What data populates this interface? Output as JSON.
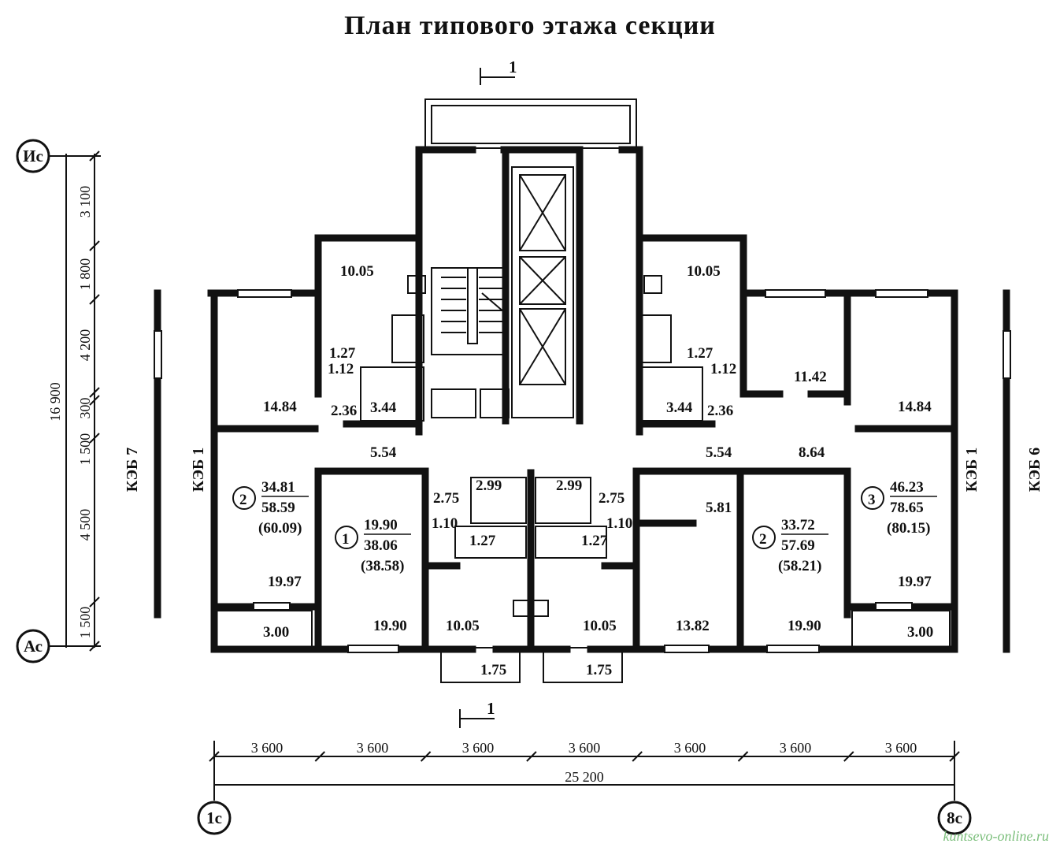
{
  "title": "План типового этажа секции",
  "watermark": "kuntsevo-online.ru",
  "section_cut": "1",
  "axes": {
    "top": "Ис",
    "bottom": "Ас",
    "left": "1с",
    "right": "8с"
  },
  "side_labels": {
    "keb7": "КЭБ 7",
    "keb1_left": "КЭБ 1",
    "keb1_right": "КЭБ 1",
    "keb6": "КЭБ 6"
  },
  "vertical_dims": {
    "total": "16 900",
    "segments": [
      "3 100",
      "1 800",
      "4 200",
      "300",
      "1 500",
      "4 500",
      "1 500"
    ]
  },
  "horizontal_dims": {
    "segments": [
      "3 600",
      "3 600",
      "3 600",
      "3 600",
      "3 600",
      "3 600",
      "3 600"
    ],
    "total": "25 200"
  },
  "rooms": {
    "l_bed_top": "14.84",
    "l_kitchen_top": "10.05",
    "l_wc_top": "1.27",
    "l_wc_hall": "1.12",
    "l_bath_top": "3.44",
    "l_corr_top": "2.36",
    "l_hall": "5.54",
    "l_living": "19.97",
    "l_loggia": "3.00",
    "c_bed_left": "19.90",
    "c_bed_left2": "19.90",
    "c_bath_left": "2.99",
    "c_corr_left": "2.75",
    "c_wc_hall_left": "1.10",
    "c_wc_left": "1.27",
    "c_kitchen_left": "10.05",
    "c_balc_left": "1.75",
    "c_bath_right": "2.99",
    "c_corr_right": "2.75",
    "c_wc_hall_right": "1.10",
    "c_wc_right": "1.27",
    "c_kitchen_right": "10.05",
    "c_balc_right": "1.75",
    "r_kitchen_top": "10.05",
    "r_wc_top": "1.27",
    "r_wc_hall": "1.12",
    "r_bath_top": "3.44",
    "r_corr_top": "2.36",
    "r_small_top": "11.42",
    "r_bed_top": "14.84",
    "r_hall": "5.54",
    "r_hall2": "8.64",
    "r_closet": "5.81",
    "r_bed_low": "13.82",
    "r_bed_low2": "19.90",
    "r_living": "19.97",
    "r_loggia": "3.00"
  },
  "apartments": [
    {
      "num": "2",
      "living": "34.81",
      "total": "58.59",
      "full": "(60.09)"
    },
    {
      "num": "1",
      "living": "19.90",
      "total": "38.06",
      "full": "(38.58)"
    },
    {
      "num": "2",
      "living": "33.72",
      "total": "57.69",
      "full": "(58.21)"
    },
    {
      "num": "3",
      "living": "46.23",
      "total": "78.65",
      "full": "(80.15)"
    }
  ]
}
